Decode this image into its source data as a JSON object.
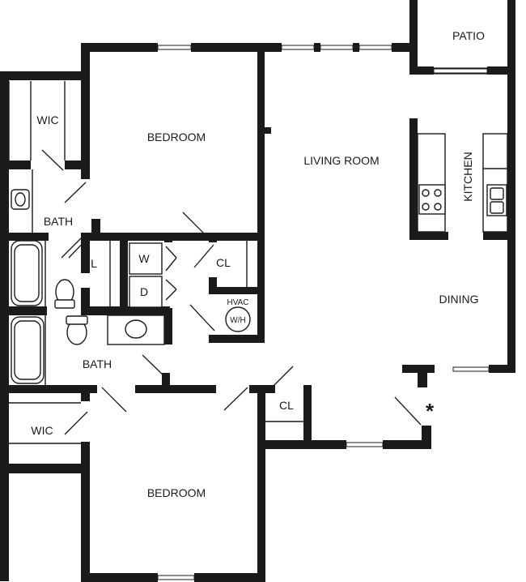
{
  "rooms": {
    "patio": "PATIO",
    "bedroom_top": "BEDROOM",
    "living_room": "LIVING ROOM",
    "kitchen": "KITCHEN",
    "wic_top": "WIC",
    "bath_top": "BATH",
    "linen": "L",
    "washer": "W",
    "dryer": "D",
    "closet_hall": "CL",
    "hvac": "HVAC",
    "water_heater": "W/H",
    "dining": "DINING",
    "bath_bottom": "BATH",
    "wic_bottom": "WIC",
    "closet_entry": "CL",
    "bedroom_bottom": "BEDROOM",
    "entry_marker": "*"
  }
}
